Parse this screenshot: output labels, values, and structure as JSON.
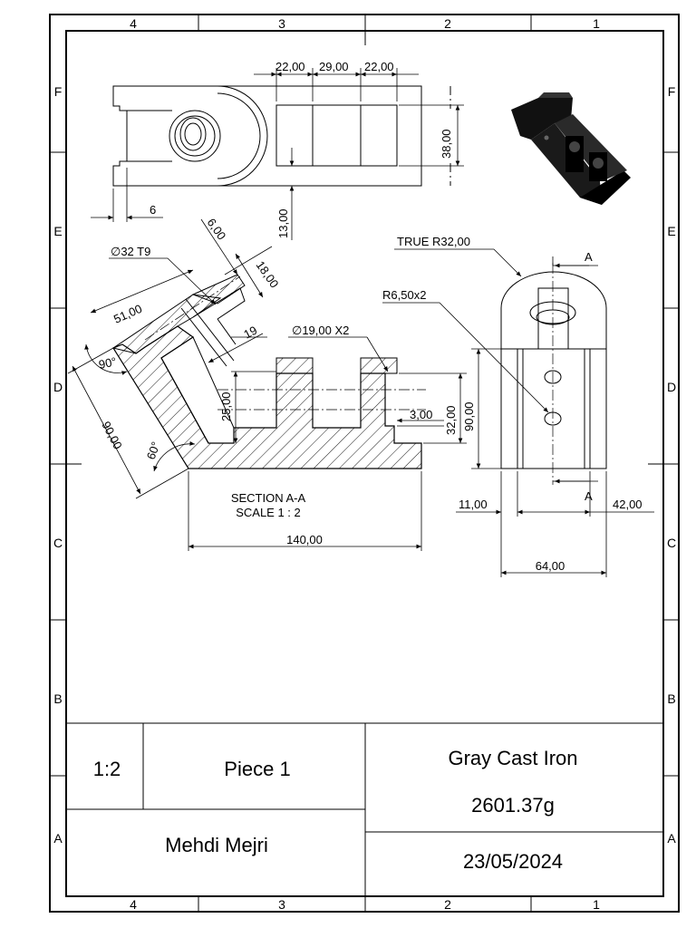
{
  "border": {
    "columns": [
      "4",
      "3",
      "2",
      "1"
    ],
    "rows": [
      "F",
      "E",
      "D",
      "C",
      "B",
      "A"
    ]
  },
  "dimensions": {
    "top_22a": "22,00",
    "top_29": "29,00",
    "top_22b": "22,00",
    "top_38": "38,00",
    "top_13": "13,00",
    "top_6": "6",
    "sec_600": "6,00",
    "sec_1800": "18,00",
    "sec_dia32": "∅32 T9",
    "sec_51": "51,00",
    "sec_19": "19",
    "sec_90deg": "90°",
    "sec_dia19": "∅19,00 X2",
    "sec_90": "90,00",
    "sec_25": "25,00",
    "sec_32": "32,00",
    "sec_3": "3,00",
    "sec_60deg": "60°",
    "sec_140": "140,00",
    "side_true_r": "TRUE R32,00",
    "side_r65": "R6,50x2",
    "side_90": "90,00",
    "side_11": "11,00",
    "side_42": "42,00",
    "side_64": "64,00",
    "section_mark_top": "A",
    "section_mark_bottom": "A"
  },
  "section_label": {
    "line1": "SECTION A-A",
    "line2": "SCALE 1 : 2"
  },
  "title_block": {
    "scale": "1:2",
    "part_name": "Piece 1",
    "material": "Gray Cast Iron",
    "mass": "2601.37g",
    "author": "Mehdi Mejri",
    "date": "23/05/2024"
  }
}
